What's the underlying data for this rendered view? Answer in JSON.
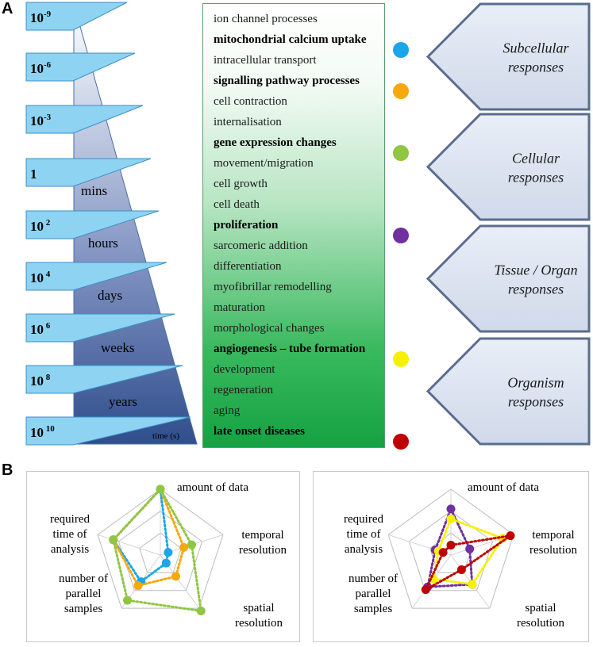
{
  "panel_a": {
    "letter": "A",
    "timescale": {
      "powers": [
        {
          "base": "10",
          "exp": "-9"
        },
        {
          "base": "10",
          "exp": "-6"
        },
        {
          "base": "10",
          "exp": "-3"
        },
        {
          "base": "1",
          "exp": ""
        },
        {
          "base": "10",
          "exp": " 2"
        },
        {
          "base": "10",
          "exp": " 4"
        },
        {
          "base": "10",
          "exp": " 6"
        },
        {
          "base": "10",
          "exp": " 8"
        },
        {
          "base": "10",
          "exp": " 10"
        }
      ],
      "units": [
        "mins",
        "hours",
        "days",
        "weeks",
        "years"
      ],
      "axis_label": "time (s)"
    },
    "processes": [
      {
        "label": "ion channel processes",
        "bold": false
      },
      {
        "label": "mitochondrial calcium uptake",
        "bold": true,
        "dot": "#1aa6e8"
      },
      {
        "label": "intracellular  transport",
        "bold": false
      },
      {
        "label": "signalling pathway processes",
        "bold": true,
        "dot": "#f5a90e"
      },
      {
        "label": "cell contraction",
        "bold": false
      },
      {
        "label": "internalisation",
        "bold": false
      },
      {
        "label": "gene expression changes",
        "bold": true,
        "dot": "#8fc642"
      },
      {
        "label": "movement/migration",
        "bold": false
      },
      {
        "label": "cell growth",
        "bold": false
      },
      {
        "label": "cell death",
        "bold": false
      },
      {
        "label": "proliferation",
        "bold": true,
        "dot": "#7030a0"
      },
      {
        "label": "sarcomeric addition",
        "bold": false
      },
      {
        "label": "differentiation",
        "bold": false
      },
      {
        "label": "myofibrillar  remodelling",
        "bold": false
      },
      {
        "label": "maturation",
        "bold": false
      },
      {
        "label": "morphological changes",
        "bold": false
      },
      {
        "label": "angiogenesis – tube formation",
        "bold": true,
        "dot": "#f5f200"
      },
      {
        "label": "development",
        "bold": false
      },
      {
        "label": "regeneration",
        "bold": false
      },
      {
        "label": "aging",
        "bold": false
      },
      {
        "label": "late onset diseases",
        "bold": true,
        "dot": "#c00000"
      }
    ],
    "response_levels": [
      {
        "line1": "Subcellular",
        "line2": "responses"
      },
      {
        "line1": "Cellular",
        "line2": "responses"
      },
      {
        "line1": "Tissue / Organ",
        "line2": "responses"
      },
      {
        "line1": "Organism",
        "line2": "responses"
      }
    ]
  },
  "panel_b": {
    "letter": "B",
    "axes": [
      {
        "lines": [
          "amount of data"
        ]
      },
      {
        "lines": [
          "temporal",
          "resolution"
        ]
      },
      {
        "lines": [
          "spatial",
          "resolution"
        ]
      },
      {
        "lines": [
          "number of",
          "parallel",
          "samples"
        ]
      },
      {
        "lines": [
          "required",
          "time of",
          "analysis"
        ]
      }
    ],
    "colors": {
      "blue": "#1aa6e8",
      "orange": "#f5a90e",
      "green": "#8fc642",
      "purple": "#7030a0",
      "yellow": "#f5f200",
      "red": "#c00000"
    }
  },
  "chart_data": [
    {
      "type": "radar",
      "title": "",
      "axes": [
        "amount of data",
        "temporal resolution",
        "spatial resolution",
        "number of parallel samples",
        "required time of analysis"
      ],
      "scale": [
        0,
        4
      ],
      "series": [
        {
          "color": "#1aa6e8",
          "values": [
            4,
            0.5,
            0.6,
            2.0,
            3.0
          ]
        },
        {
          "color": "#f5a90e",
          "values": [
            4,
            1.5,
            1.6,
            2.3,
            3.0
          ]
        },
        {
          "color": "#8fc642",
          "values": [
            4,
            2.0,
            4.2,
            3.4,
            3.0
          ]
        }
      ]
    },
    {
      "type": "radar",
      "title": "",
      "axes": [
        "amount of data",
        "temporal resolution",
        "spatial resolution",
        "number of parallel samples",
        "required time of analysis"
      ],
      "scale": [
        0,
        4
      ],
      "series": [
        {
          "color": "#7030a0",
          "values": [
            2.8,
            1.2,
            2.2,
            2.4,
            1.0
          ]
        },
        {
          "color": "#f5f200",
          "values": [
            2.2,
            3.3,
            2.2,
            1.8,
            0.8
          ]
        },
        {
          "color": "#c00000",
          "values": [
            0.6,
            3.8,
            1.1,
            2.6,
            0.5
          ]
        }
      ]
    }
  ]
}
